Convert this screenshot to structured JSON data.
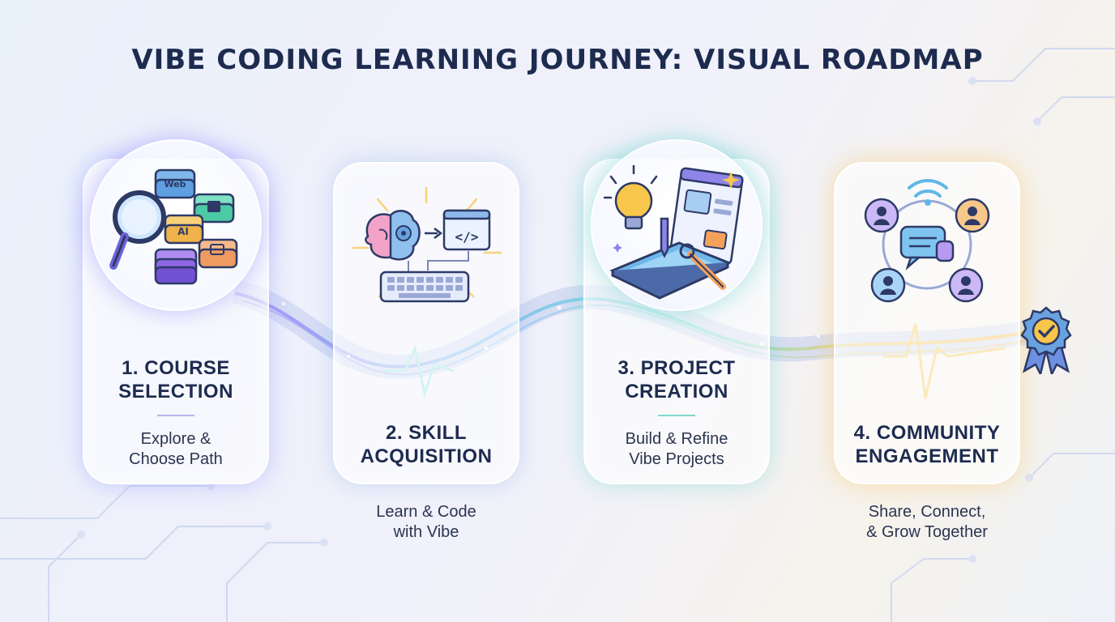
{
  "title": "VIBE CODING LEARNING JOURNEY: VISUAL ROADMAP",
  "steps": [
    {
      "title_line1": "1. COURSE",
      "title_line2": "SELECTION",
      "desc_line1": "Explore &",
      "desc_line2": "Choose Path",
      "icon": "course-selection-icon",
      "accent": "#8b7cf6"
    },
    {
      "title_line1": "2. SKILL",
      "title_line2": "ACQUISITION",
      "desc_line1": "Learn & Code",
      "desc_line2": "with Vibe",
      "icon": "skill-acquisition-icon",
      "accent": "#5aa9e6"
    },
    {
      "title_line1": "3. PROJECT",
      "title_line2": "CREATION",
      "desc_line1": "Build & Refine",
      "desc_line2": "Vibe Projects",
      "icon": "project-creation-icon",
      "accent": "#3cc9b8"
    },
    {
      "title_line1": "4. COMMUNITY",
      "title_line2": "ENGAGEMENT",
      "desc_line1": "Share, Connect,",
      "desc_line2": "& Grow Together",
      "icon": "community-icon",
      "accent": "#f2b441"
    }
  ],
  "icon_labels": {
    "web": "Web",
    "ai": "AI",
    "code": "</>"
  },
  "final_icon": "achievement-badge-icon"
}
